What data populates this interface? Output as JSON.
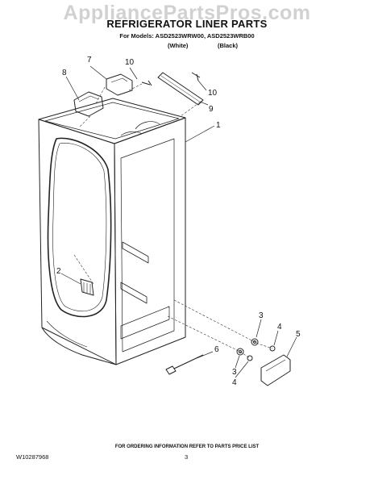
{
  "watermark": "AppliancePartsPros.com",
  "title": "REFRIGERATOR LINER PARTS",
  "models": "For Models: ASD2523WRW00, ASD2523WRB00",
  "variants": {
    "white": "(White)",
    "black": "(Black)"
  },
  "callouts": [
    "7",
    "10",
    "8",
    "10",
    "9",
    "1",
    "2",
    "3",
    "4",
    "5",
    "6",
    "3",
    "4"
  ],
  "footer": {
    "ordering_note": "FOR ORDERING INFORMATION REFER TO PARTS PRICE LIST",
    "doc_number": "W10287968",
    "page_number": "3"
  }
}
